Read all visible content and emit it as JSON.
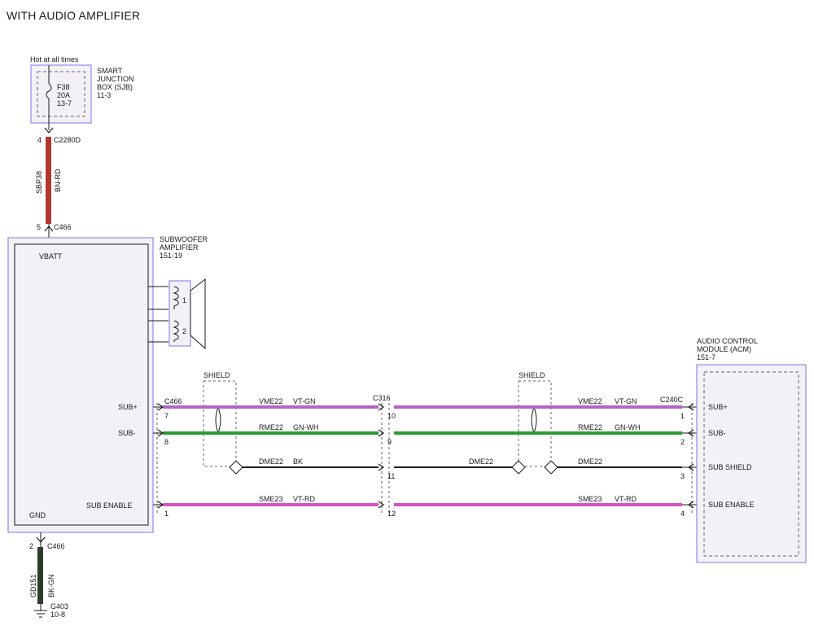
{
  "title": "WITH AUDIO AMPLIFIER",
  "power": {
    "hot_label": "Hot at all times",
    "sjb_name": [
      "SMART",
      "JUNCTION",
      "BOX (SJB)",
      "11-3"
    ],
    "fuse": [
      "F38",
      "20A",
      "13-7"
    ],
    "pin_top": "4",
    "conn_top": "C2280D",
    "circuit": "SBP38",
    "wire_color": "BN-RD",
    "pin_bottom": "5",
    "conn_bottom": "C466"
  },
  "amplifier": {
    "name": [
      "SUBWOOFER",
      "AMPLIFIER",
      "151-19"
    ],
    "vbatt": "VBATT",
    "gnd": "GND",
    "speaker_pin1": "1",
    "speaker_pin2": "2",
    "outputs": [
      "SUB+",
      "SUB-",
      "SUB ENABLE"
    ]
  },
  "ground": {
    "pin": "2",
    "conn": "C466",
    "circuit": "GD151",
    "wire_color": "BK-GN",
    "point": "G403",
    "ref": "10-8"
  },
  "acm": {
    "name": [
      "AUDIO CONTROL",
      "MODULE (ACM)",
      "151-7"
    ],
    "pins": [
      "SUB+",
      "SUB-",
      "SUB SHIELD",
      "SUB ENABLE"
    ]
  },
  "connectors": {
    "amp": "C466",
    "inline": "C316",
    "acm": "C240C"
  },
  "shield_label": "SHIELD",
  "pins": {
    "amp": [
      "7",
      "8",
      "1"
    ],
    "inline_left": [],
    "inline_right": [
      "10",
      "9",
      "11",
      "12"
    ],
    "acm": [
      "1",
      "2",
      "3",
      "4"
    ]
  },
  "wires": {
    "left": [
      {
        "circuit": "VME22",
        "color": "VT-GN"
      },
      {
        "circuit": "RME22",
        "color": "GN-WH"
      },
      {
        "circuit": "DME22",
        "color": "BK"
      },
      {
        "circuit": "SME23",
        "color": "VT-RD"
      }
    ],
    "right": [
      {
        "circuit": "VME22",
        "color": "VT-GN"
      },
      {
        "circuit": "RME22",
        "color": "GN-WH"
      },
      {
        "circuit": "DME22",
        "color": ""
      },
      {
        "circuit": "SME23",
        "color": "VT-RD"
      }
    ],
    "drain_right_left": "DME22"
  },
  "colors": {
    "violet_green": "#b265c9",
    "green_white": "#2f9a35",
    "black": "#1a1a1a",
    "violet_red": "#d653c4",
    "brown_red": "#b3352f",
    "black_green": "#2b3f27",
    "box_stroke": "#8a8ef0",
    "box_fill": "#f3f0f6"
  }
}
